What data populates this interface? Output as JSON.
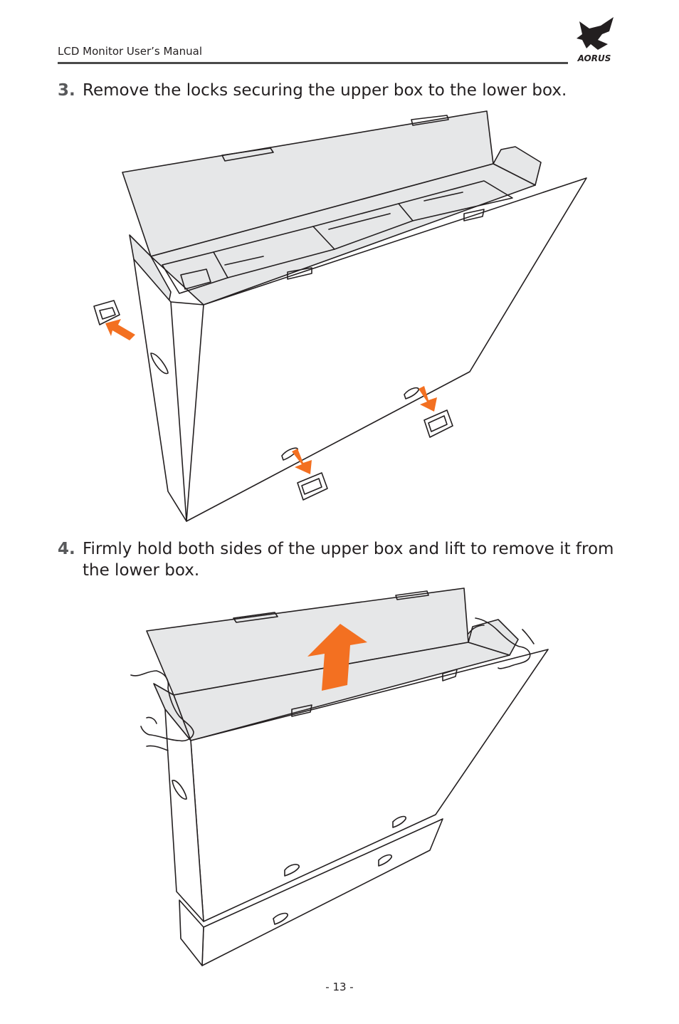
{
  "header": {
    "title": "LCD Monitor User’s Manual",
    "logo_icon": "aorus-eagle-logo"
  },
  "steps": [
    {
      "number": "3.",
      "text": "Remove the locks securing the upper box to the lower box."
    },
    {
      "number": "4.",
      "text": "Firmly hold both sides of the upper box and lift to remove it from the lower box."
    }
  ],
  "figures": [
    {
      "icon": "box-locks-removal-illustration"
    },
    {
      "icon": "box-lift-illustration"
    }
  ],
  "colors": {
    "accent_orange": "#f37021",
    "panel_gray": "#e6e7e8",
    "line": "#231f20"
  },
  "footer": {
    "page_number": "- 13 -"
  }
}
